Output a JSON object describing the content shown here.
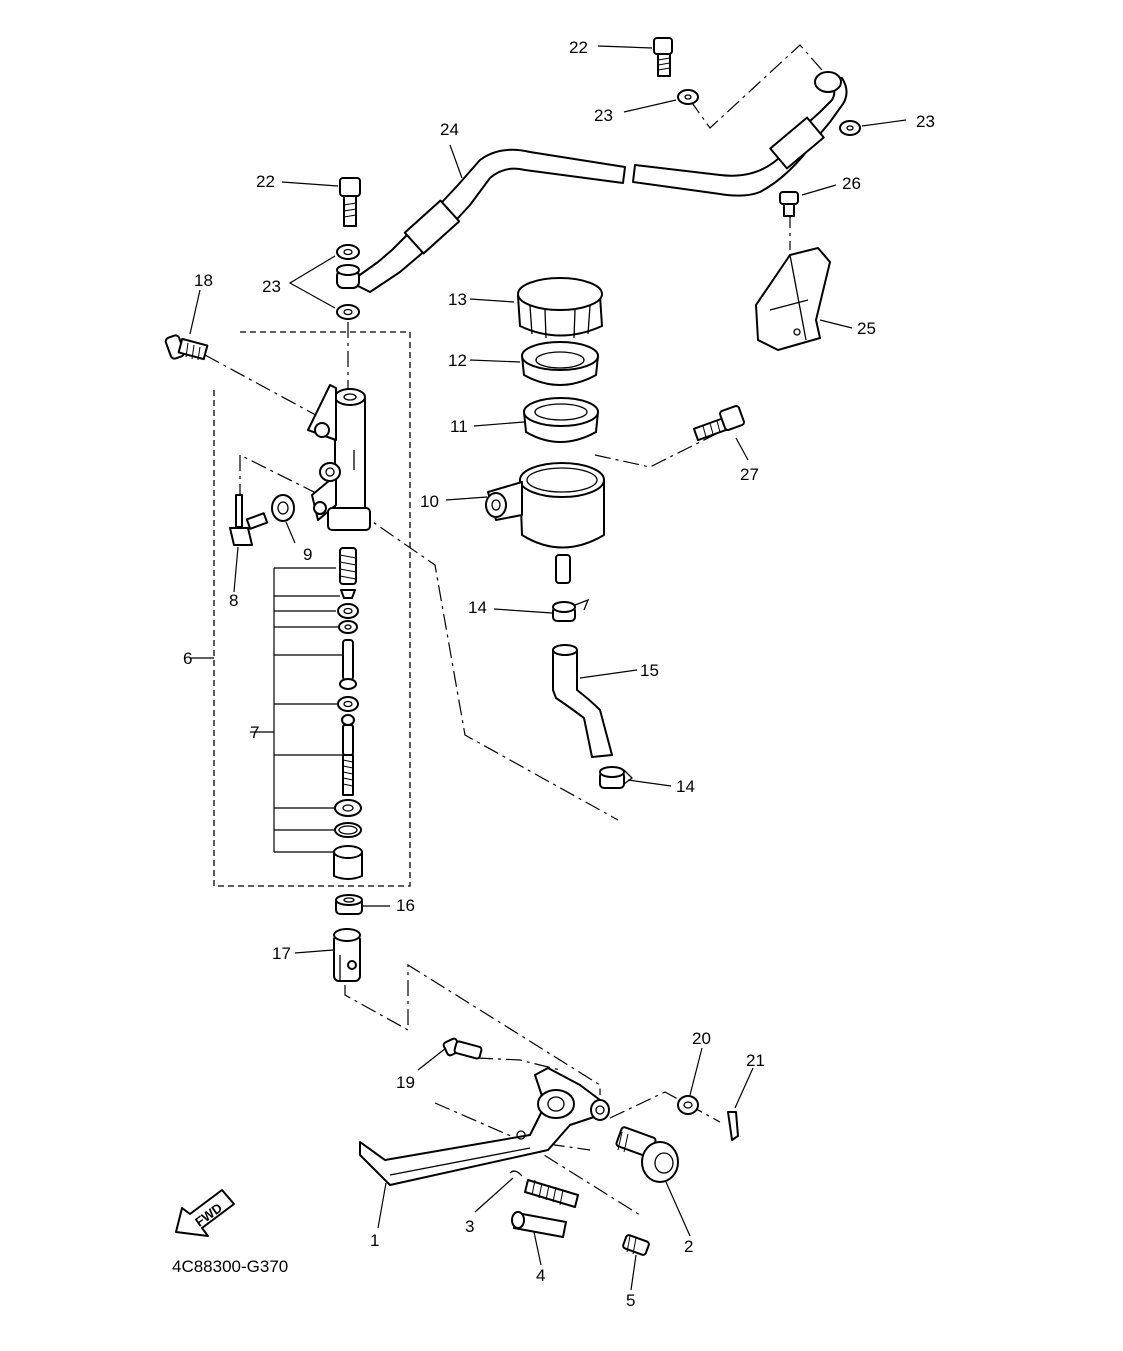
{
  "diagram": {
    "code": "4C88300-G370",
    "fwd_label": "FWD",
    "callouts": {
      "c1": "1",
      "c2": "2",
      "c3": "3",
      "c4": "4",
      "c5": "5",
      "c6": "6",
      "c7": "7",
      "c8": "8",
      "c9": "9",
      "c10": "10",
      "c11": "11",
      "c12": "12",
      "c13": "13",
      "c14a": "14",
      "c14b": "14",
      "c15": "15",
      "c16": "16",
      "c17": "17",
      "c18": "18",
      "c19": "19",
      "c20": "20",
      "c21": "21",
      "c22a": "22",
      "c22b": "22",
      "c23a": "23",
      "c23b": "23",
      "c23c": "23",
      "c24": "24",
      "c25": "25",
      "c26": "26",
      "c27": "27"
    }
  }
}
